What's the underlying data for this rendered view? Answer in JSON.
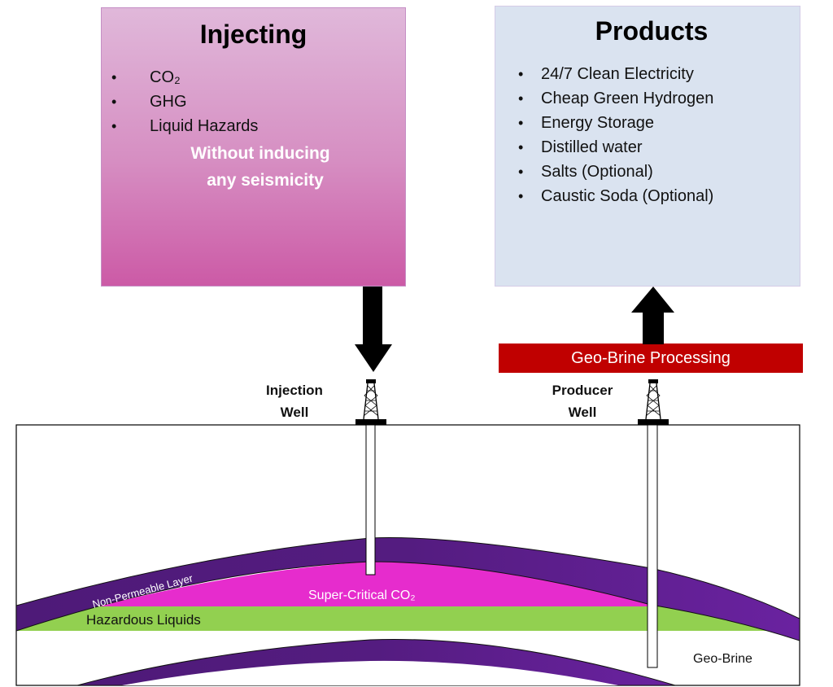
{
  "injecting": {
    "title": "Injecting",
    "items": [
      "CO₂",
      "GHG",
      "Liquid Hazards"
    ],
    "note_line1": "Without inducing",
    "note_line2": "any seismicity",
    "colors": {
      "top": "#e0b8da",
      "bottom": "#cc5aa6"
    }
  },
  "products": {
    "title": "Products",
    "items": [
      "24/7 Clean Electricity",
      "Cheap Green Hydrogen",
      "Energy Storage",
      "Distilled water",
      "Salts (Optional)",
      "Caustic Soda (Optional)"
    ],
    "color": "#dae3f0"
  },
  "bullet": "•",
  "processing": {
    "label": "Geo-Brine Processing",
    "color": "#c00000"
  },
  "wells": {
    "injection": {
      "line1": "Injection",
      "line2": "Well"
    },
    "producer": {
      "line1": "Producer",
      "line2": "Well"
    }
  },
  "layers": {
    "cap_rock": {
      "label": "Non-Permeable Layer",
      "color": "#5b1f8a"
    },
    "co2": {
      "label": "Super-Critical CO₂",
      "color": "#e62ccd"
    },
    "hazardous": {
      "label": "Hazardous Liquids",
      "color": "#92d050"
    },
    "brine": {
      "label": "Geo-Brine"
    }
  },
  "icons": {
    "down_arrow": "arrow-down-icon",
    "up_arrow": "arrow-up-icon",
    "derrick": "oil-derrick-icon"
  }
}
